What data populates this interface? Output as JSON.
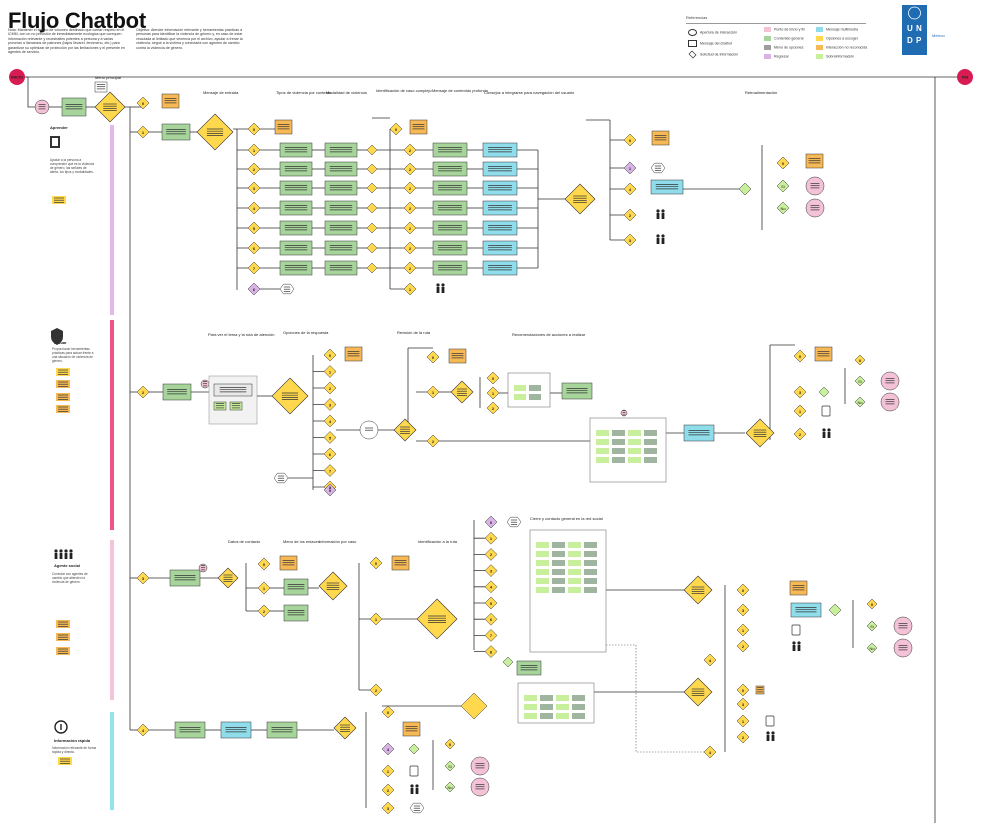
{
  "title": "Flujo Chatbot",
  "note_text": "Nota: Mantener el tiempo de volumen destinado que contar respeto en el ICMM, con un no precisión de inmediatamente ecológica que corequen información relevante y reuestraties potentes a persona y a varias proveían a llamamos de patrones (bajos llevarel, fenómeno, etc.) para garantizar su optimizar de protección por las limitaciones y el presente en agentes de servicio.",
  "objective_text": "Objetivo: Atender información relevante y herramientas prácticas a personas para identificar la violencia de género y, en caso de estar vinculada al limitado que venenca por el archivo, ayudar a frenar la violencia, seguir a la víctima y conectarla con agentes de cambio contra la violencia de género.",
  "legend": {
    "title": "Referencias",
    "items": [
      {
        "label": "Apertura de interacción",
        "shape": "circle"
      },
      {
        "label": "Mensaje del chatbot",
        "shape": "square"
      },
      {
        "label": "Solicitud de información",
        "shape": "diamond"
      },
      {
        "label": "Punto de inicio y fin",
        "color": "#f4c2d7"
      },
      {
        "label": "Contenido general",
        "color": "#a6d49b"
      },
      {
        "label": "Menú de opciones",
        "color": "#9e9e9e"
      },
      {
        "label": "Regresar",
        "color": "#d9b3e6"
      },
      {
        "label": "Mensaje multimedia",
        "color": "#8fdcea"
      },
      {
        "label": "Opciones a escoger",
        "color": "#ffd84d"
      },
      {
        "label": "Interacción no reconocida",
        "color": "#f7b955"
      },
      {
        "label": "Sobreinformación",
        "color": "#c8ef9b"
      }
    ]
  },
  "logo": {
    "letters": [
      "U",
      "N",
      "D",
      "P"
    ],
    "text": "México"
  },
  "nodes": {
    "start": "INICIO",
    "end": "FIN",
    "menu_principal": "Menú principal"
  },
  "sections": [
    {
      "name": "Aprender",
      "color": "#e4b8ec",
      "icon": "book-icon",
      "description": "Ayudar a la persona a comprender qué es la violencia de género, las señales de alerta, los tipos y modalidades."
    },
    {
      "name": "Actuar",
      "color": "#f0558a",
      "icon": "shield-icon",
      "description": "Proporcionar herramientas prácticas para actuar frente a una situación de violencia de género."
    },
    {
      "name": "Agente social",
      "color": "#f3c5dc",
      "icon": "people-icon",
      "description": "Conectar con agentes de cambio que atienden la violencia de género."
    },
    {
      "name": "Información rápida",
      "color": "#93e2ee",
      "icon": "info-icon",
      "description": "Información relevante de forma rápida y directa."
    }
  ],
  "column_headers": [
    "Mensaje de entrada",
    "Tipos de violencia por contexto",
    "Modalidad de violencia",
    "Identificación de caso complejo",
    "Mensaje de contenido profundo",
    "Consejos a integrarse para navegación del usuario",
    "Retroalimentación",
    "Para ver el tema y la ruta de atención",
    "Opciones de la respuesta",
    "Revisión de la ruta",
    "Recomendaciones de acciones a realizar",
    "Datos de contacto",
    "Menú de los enlaces",
    "Información por caso",
    "Identificación a la ruta",
    "Cierre y contacto general en la red social"
  ],
  "number_labels": [
    "0",
    "1",
    "2",
    "3",
    "4",
    "5",
    "6",
    "7",
    "8",
    "9"
  ],
  "options": {
    "yes": "Sí",
    "no": "No"
  }
}
